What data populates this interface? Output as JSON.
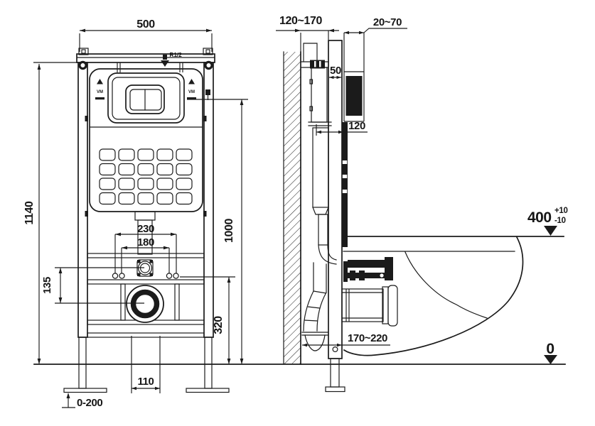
{
  "drawing": {
    "units": "mm",
    "colors": {
      "line": "#1b1b1b",
      "background": "#ffffff",
      "fill_black": "#1b1b1b"
    },
    "labels": {
      "width_top": "500",
      "height_overall": "1140",
      "rod_spacing_outer": "230",
      "rod_spacing_inner": "180",
      "inlet_drain_offset": "135",
      "drain_center_height": "320",
      "panel_center_height": "1000",
      "outlet_box_width": "110",
      "foot_adjust_range": "0-200",
      "water_inlet_thread": "R1/2",
      "level_mark_left": "VM",
      "level_mark_right": "VM",
      "wall_offset_top": "120~170",
      "finish_depth": "20~70",
      "profile_depth": "50",
      "frame_depth": "120",
      "wall_offset_bottom": "170~220",
      "rim_height": "400",
      "rim_tol_plus": "+10",
      "rim_tol_minus": "-10",
      "floor_level": "0"
    }
  }
}
